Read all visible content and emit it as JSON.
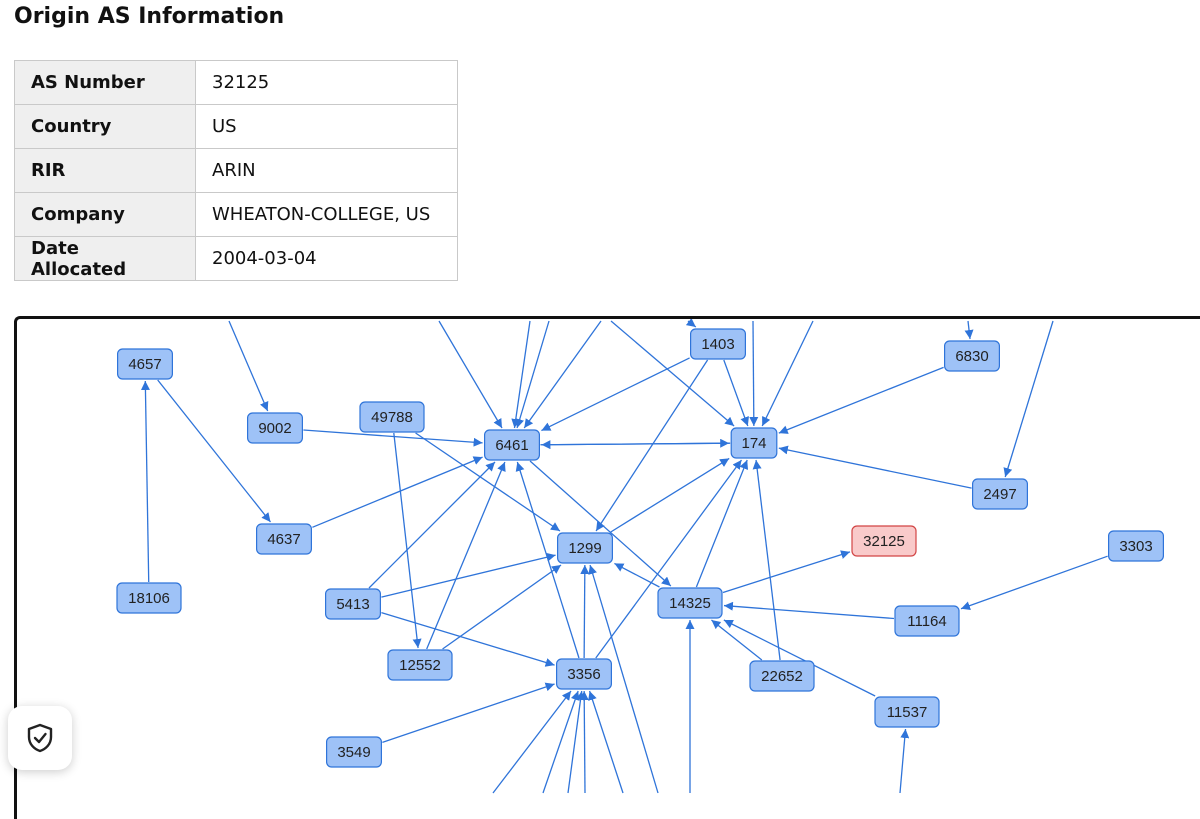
{
  "title": "Origin AS Information",
  "info_rows": [
    {
      "key": "AS Number",
      "value": "32125"
    },
    {
      "key": "Country",
      "value": "US"
    },
    {
      "key": "RIR",
      "value": "ARIN"
    },
    {
      "key": "Company",
      "value": "WHEATON-COLLEGE, US"
    },
    {
      "key": "Date Allocated",
      "value": "2004-03-04"
    }
  ],
  "graph": {
    "origin": "32125",
    "nodes": [
      "4657",
      "9002",
      "49788",
      "6461",
      "1403",
      "174",
      "6830",
      "4637",
      "1299",
      "32125",
      "2497",
      "3303",
      "18106",
      "5413",
      "14325",
      "11164",
      "12552",
      "3356",
      "22652",
      "11537",
      "3549"
    ],
    "edges": [
      [
        "9002",
        "6461"
      ],
      [
        "49788",
        "1299"
      ],
      [
        "49788",
        "12552"
      ],
      [
        "4657",
        "4637"
      ],
      [
        "18106",
        "4657"
      ],
      [
        "4637",
        "6461"
      ],
      [
        "5413",
        "6461"
      ],
      [
        "5413",
        "1299"
      ],
      [
        "5413",
        "3356"
      ],
      [
        "12552",
        "6461"
      ],
      [
        "12552",
        "1299"
      ],
      [
        "3356",
        "6461"
      ],
      [
        "3356",
        "174"
      ],
      [
        "3356",
        "1299"
      ],
      [
        "1299",
        "174"
      ],
      [
        "6461",
        "174"
      ],
      [
        "174",
        "6461"
      ],
      [
        "6461",
        "14325"
      ],
      [
        "14325",
        "174"
      ],
      [
        "14325",
        "1299"
      ],
      [
        "14325",
        "32125"
      ],
      [
        "11164",
        "14325"
      ],
      [
        "3303",
        "11164"
      ],
      [
        "22652",
        "174"
      ],
      [
        "22652",
        "14325"
      ],
      [
        "11537",
        "14325"
      ],
      [
        "3549",
        "3356"
      ],
      [
        "1403",
        "174"
      ],
      [
        "1403",
        "6461"
      ],
      [
        "1403",
        "1299"
      ],
      [
        "6830",
        "174"
      ],
      [
        "2497",
        "174"
      ]
    ]
  },
  "shield_icon": "shield-check-icon"
}
